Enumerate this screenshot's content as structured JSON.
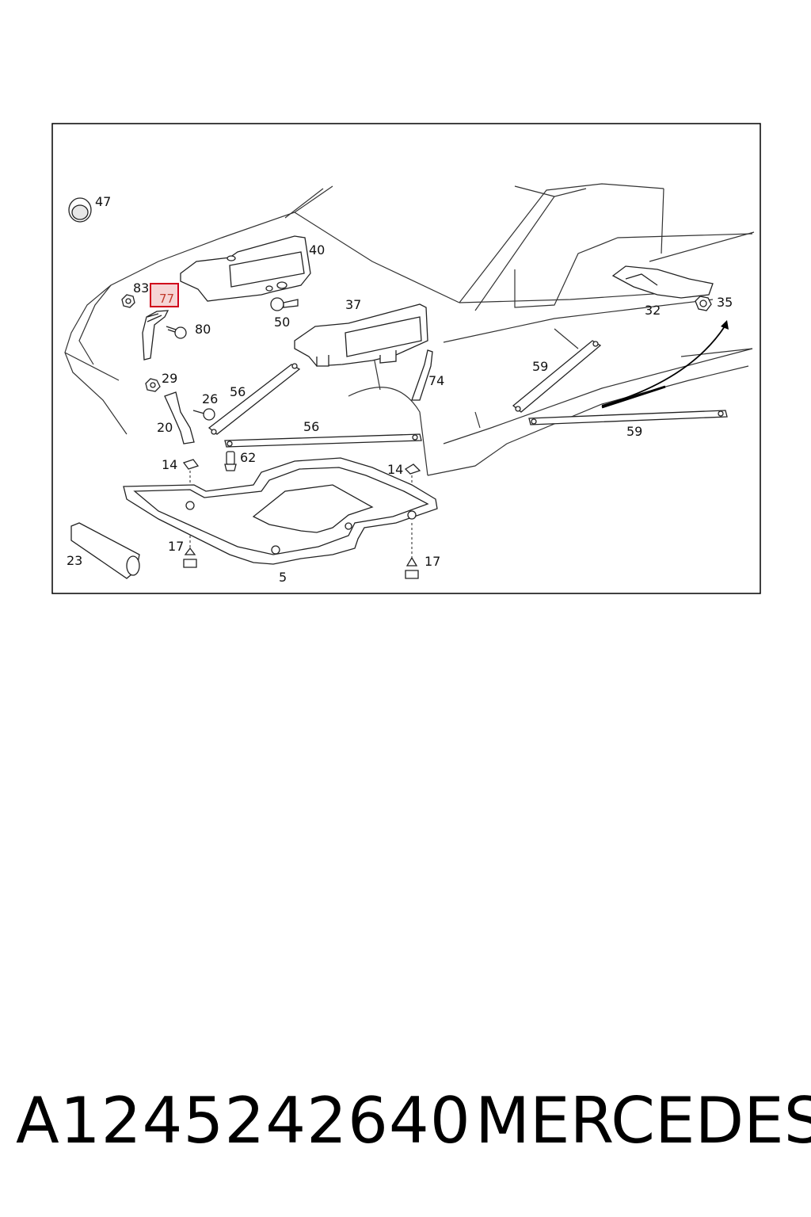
{
  "callouts": {
    "c47": "47",
    "c40": "40",
    "c83": "83",
    "c77": "77",
    "c80": "80",
    "c50": "50",
    "c37": "37",
    "c32": "32",
    "c35": "35",
    "c29": "29",
    "c26": "26",
    "c56a": "56",
    "c74": "74",
    "c59a": "59",
    "c20": "20",
    "c56b": "56",
    "c62": "62",
    "c14a": "14",
    "c14b": "14",
    "c59b": "59",
    "c23": "23",
    "c17a": "17",
    "c17b": "17",
    "c5": "5"
  },
  "highlight": {
    "callout": "77",
    "color": "#d0021b"
  },
  "footer": {
    "part_number": "A1245242640",
    "brand": "MERCEDES"
  }
}
